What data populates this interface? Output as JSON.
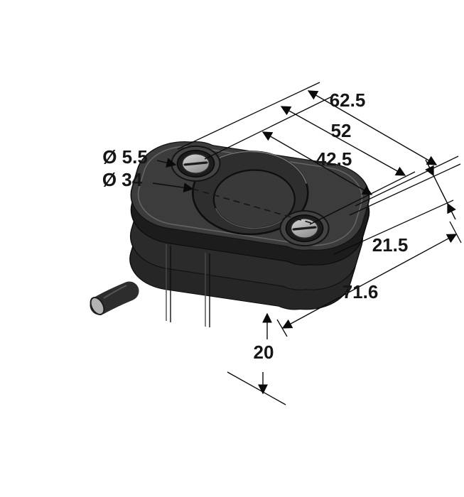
{
  "canvas": {
    "width": "653",
    "height": "700",
    "background": "#ffffff"
  },
  "colors": {
    "body": "#3c3c3c",
    "body_lower": "#262626",
    "flange_shadow": "#1c1c1c",
    "recess": "#2e2e2e",
    "screw": "#c0c0c0",
    "line": "#0a0a0a",
    "cable_cap": "#b3b3b3"
  },
  "dimensions": {
    "overall_length": "62.5",
    "inner_length": "52",
    "hole_spacing": "42.5",
    "hole_diameter": "Ø 5.5",
    "recess_diameter": "Ø 34",
    "height": "21.5",
    "diagonal_length": "71.6",
    "lower_height": "20"
  }
}
